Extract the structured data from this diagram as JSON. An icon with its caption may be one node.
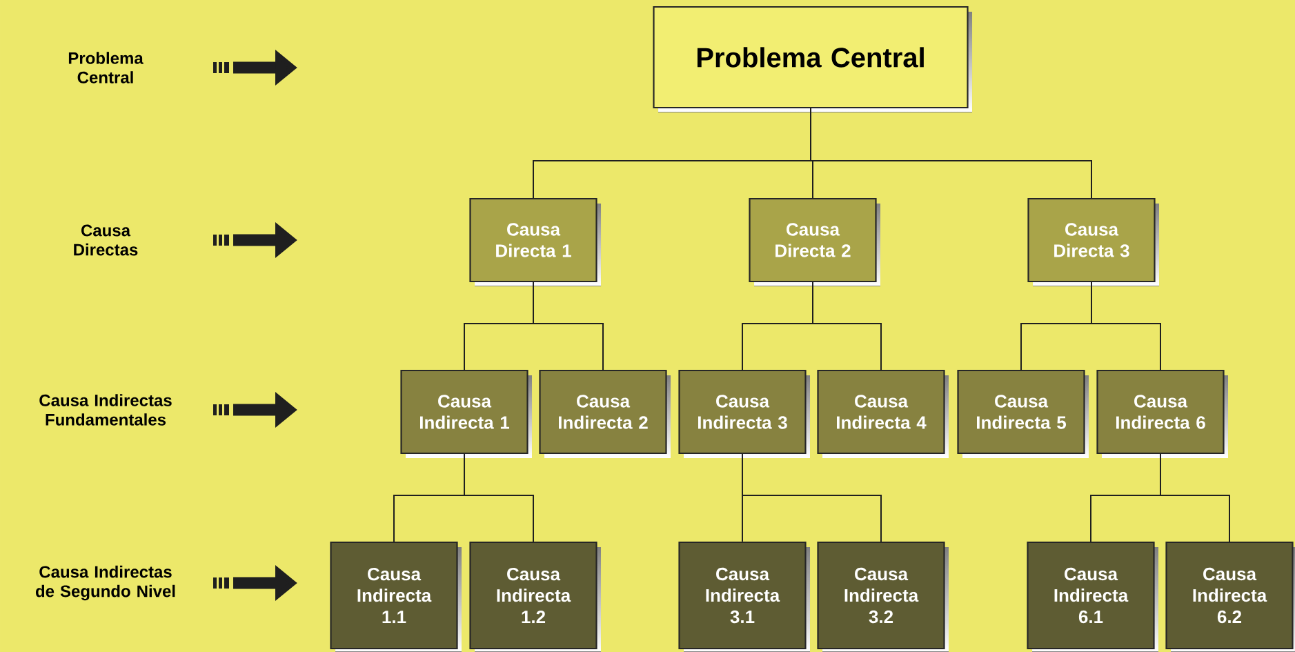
{
  "diagram": {
    "nodes": [
      {
        "text": [
          "Problema Central"
        ]
      },
      {
        "text": [
          "Problema Central"
        ]
      },
      {
        "text": [
          "Causa Directas"
        ]
      },
      {
        "text": [
          "Causa Directa 1"
        ]
      },
      {
        "text": [
          "Causa Directa 2"
        ]
      },
      {
        "text": [
          "Causa Directa 3"
        ]
      },
      {
        "text": [
          "Causa Indirectas Fundamentales"
        ]
      },
      {
        "text": [
          "Causa Indirecta 1"
        ]
      },
      {
        "text": [
          "Causa Indirecta 2"
        ]
      },
      {
        "text": [
          "Causa Indirecta 3"
        ]
      },
      {
        "text": [
          "Causa Indirecta 4"
        ]
      },
      {
        "text": [
          "Causa Indirecta 5"
        ]
      },
      {
        "text": [
          "Causa Indirecta 6"
        ]
      },
      {
        "text": [
          "Causa Indirectas de Segundo Nivel"
        ]
      },
      {
        "text": [
          "Causa Indirecta 1.1"
        ]
      },
      {
        "text": [
          "Causa Indirecta 1.2"
        ]
      },
      {
        "text": [
          "Causa Indirecta 3.1"
        ]
      },
      {
        "text": [
          "Causa Indirecta 3.2"
        ]
      },
      {
        "text": [
          "Causa Indirecta 6.1"
        ]
      },
      {
        "text": [
          "Causa Indirecta 6.2"
        ]
      }
    ],
    "edges": [
      {
        "from": 1,
        "to": 3,
        "arrow": "none"
      },
      {
        "from": 1,
        "to": 4,
        "arrow": "none"
      },
      {
        "from": 1,
        "to": 5,
        "arrow": "none"
      },
      {
        "from": 3,
        "to": 7,
        "arrow": "none"
      },
      {
        "from": 3,
        "to": 8,
        "arrow": "none"
      },
      {
        "from": 4,
        "to": 9,
        "arrow": "none"
      },
      {
        "from": 4,
        "to": 10,
        "arrow": "none"
      },
      {
        "from": 5,
        "to": 11,
        "arrow": "none"
      },
      {
        "from": 5,
        "to": 12,
        "arrow": "none"
      },
      {
        "from": 7,
        "to": 14,
        "arrow": "none"
      },
      {
        "from": 7,
        "to": 15,
        "arrow": "none"
      },
      {
        "from": 9,
        "to": 16,
        "arrow": "none"
      },
      {
        "from": 9,
        "to": 17,
        "arrow": "none"
      },
      {
        "from": 12,
        "to": 18,
        "arrow": "none"
      },
      {
        "from": 12,
        "to": 19,
        "arrow": "none"
      }
    ]
  }
}
